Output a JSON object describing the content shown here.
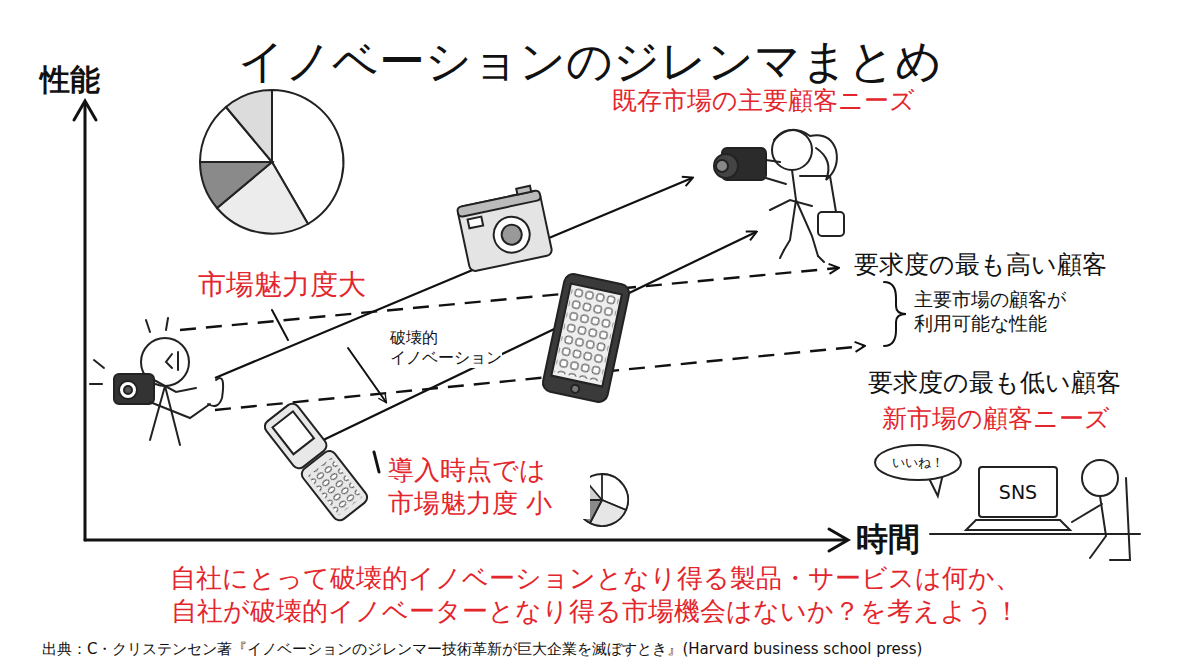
{
  "diagram": {
    "title": "イノベーションのジレンマまとめ",
    "caption": "自社にとって破壊的イノベーションとなり得る製品・サービスは何か、 自社が破壊的イノベーターとなり得る市場機会はないか？を考えよう！",
    "nodes": [
      {
        "text": [
          "いいね！"
        ]
      },
      {
        "text": [
          "SNS"
        ]
      }
    ],
    "labels": [
      "性能",
      "既存市場の主要顧客ニーズ",
      "市場魅力度大",
      "要求度の最も高い顧客",
      "主要市場の顧客が 利用可能な性能",
      "破壊的 イノベーション",
      "要求度の最も低い顧客",
      "新市場の顧客ニーズ",
      "導入時点では 市場魅力度 小",
      "時間",
      "出典：C・クリステンセン著『イノベーションのジレンマー技術革新が巨大企業を滅ぼすとき』(Harvard business school press)"
    ]
  }
}
